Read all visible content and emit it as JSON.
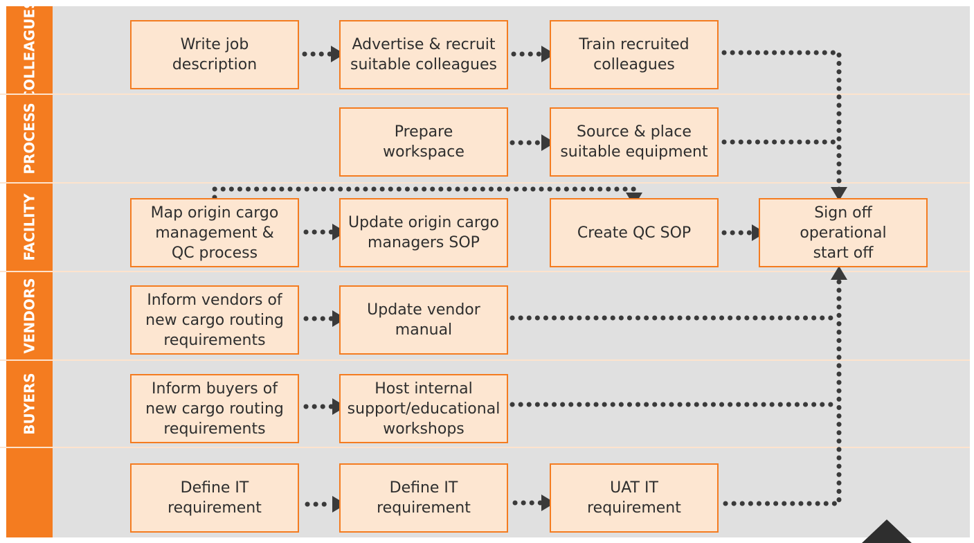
{
  "lanes": [
    {
      "label": "COLLEAGUES"
    },
    {
      "label": "PROCESS"
    },
    {
      "label": "FACILITY"
    },
    {
      "label": "VENDORS"
    },
    {
      "label": "BUYERS"
    },
    {
      "label": ""
    }
  ],
  "boxes": {
    "write_job": "Write job\ndescription",
    "advertise": "Advertise & recruit\nsuitable colleagues",
    "train": "Train recruited\ncolleagues",
    "prepare": "Prepare\nworkspace",
    "source": "Source & place\nsuitable equipment",
    "map_origin": "Map origin cargo\nmanagement &\nQC process",
    "update_origin": "Update origin cargo\nmanagers SOP",
    "create_qc": "Create QC SOP",
    "sign_off": "Sign off\noperational\nstart off",
    "inform_vendors": "Inform vendors of\nnew cargo routing\nrequirements",
    "update_vendor": "Update vendor\nmanual",
    "inform_buyers": "Inform buyers of\nnew cargo routing\nrequirements",
    "host_workshops": "Host internal\nsupport/educational\nworkshops",
    "define_it_1": "Define IT\nrequirement",
    "define_it_2": "Define IT\nrequirement",
    "uat_it": "UAT IT\nrequirement"
  },
  "colors": {
    "accent": "#f47c20",
    "box_fill": "#fde6d1",
    "lane_fill": "#e0e0e0",
    "connector": "#3a3a3a"
  }
}
